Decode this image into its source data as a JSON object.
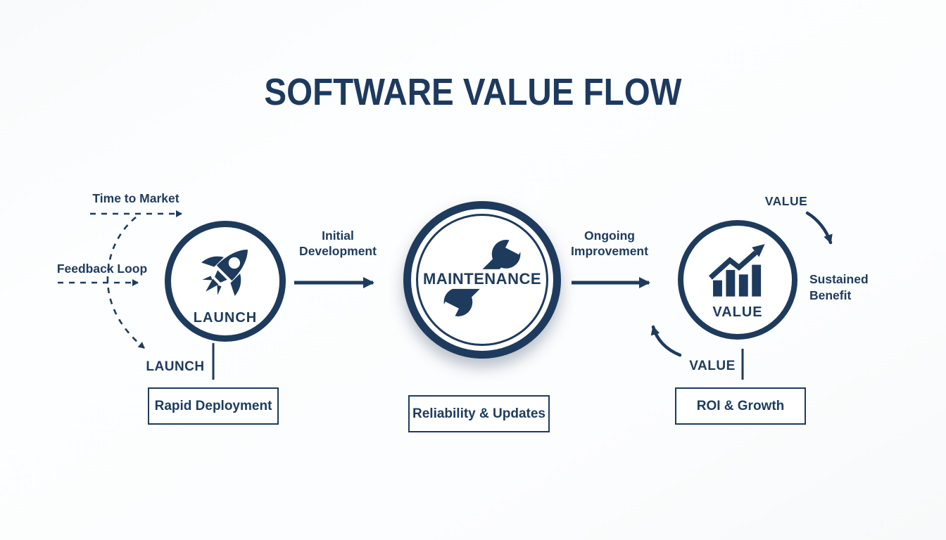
{
  "title": "SOFTWARE VALUE FLOW",
  "colors": {
    "navy": "#1e3b5d",
    "background": "#fcfdfe"
  },
  "nodes": [
    {
      "id": "launch",
      "label": "LAUNCH",
      "icon": "rocket-icon",
      "caption": "Rapid Deployment"
    },
    {
      "id": "maintenance",
      "label": "MAINTENANCE",
      "icon": "wrench-icon",
      "caption": "Reliability & Updates"
    },
    {
      "id": "value",
      "label": "VALUE",
      "icon": "bar-chart-growth-icon",
      "caption": "ROI & Growth"
    }
  ],
  "flows": [
    {
      "from": "launch",
      "to": "maintenance",
      "label_line1": "Initial",
      "label_line2": "Development"
    },
    {
      "from": "maintenance",
      "to": "value",
      "label_line1": "Ongoing",
      "label_line2": "Improvement"
    }
  ],
  "annotations": {
    "time_to_market": "Time to Market",
    "feedback_loop": "Feedback Loop",
    "launch_callout": "LAUNCH",
    "value_in": "VALUE",
    "value_out": "VALUE",
    "sustained_line1": "Sustained",
    "sustained_line2": "Benefit"
  }
}
